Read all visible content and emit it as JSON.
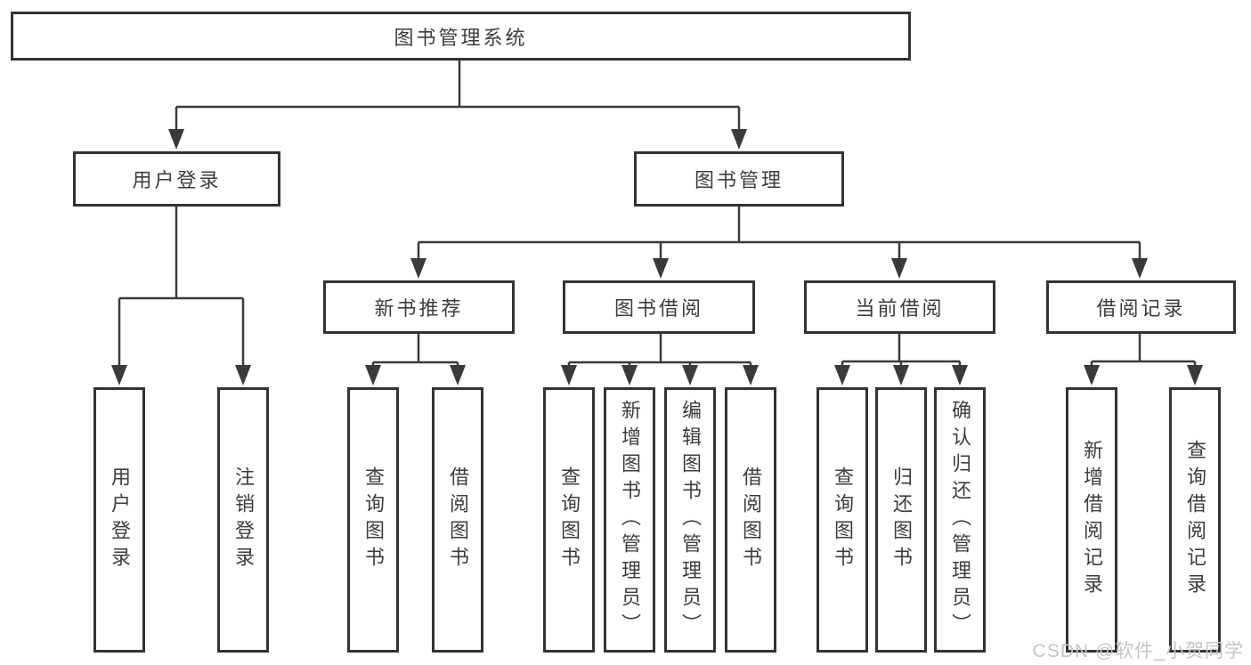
{
  "diagram_title": "图书管理系统",
  "nodes": {
    "root": {
      "label": "图书管理系统"
    },
    "user_login": {
      "label": "用户登录"
    },
    "book_mgmt": {
      "label": "图书管理"
    },
    "new_book_rec": {
      "label": "新书推荐"
    },
    "book_borrow": {
      "label": "图书借阅"
    },
    "current_borrow": {
      "label": "当前借阅"
    },
    "borrow_record": {
      "label": "借阅记录"
    },
    "leaf_login": {
      "label": "用户登录"
    },
    "leaf_logout": {
      "label": "注销登录"
    },
    "leaf_nbr_query": {
      "label": "查询图书"
    },
    "leaf_nbr_borrow": {
      "label": "借阅图书"
    },
    "leaf_bb_query": {
      "label": "查询图书"
    },
    "leaf_bb_add": {
      "label": "新增图书（管理员）"
    },
    "leaf_bb_edit": {
      "label": "编辑图书（管理员）"
    },
    "leaf_bb_borrow": {
      "label": "借阅图书"
    },
    "leaf_cb_query": {
      "label": "查询图书"
    },
    "leaf_cb_return": {
      "label": "归还图书"
    },
    "leaf_cb_confirm": {
      "label": "确认归还（管理员）"
    },
    "leaf_br_add": {
      "label": "新增借阅记录"
    },
    "leaf_br_query": {
      "label": "查询借阅记录"
    }
  },
  "hierarchy": [
    {
      "parent": "图书管理系统",
      "children": [
        "用户登录",
        "图书管理"
      ]
    },
    {
      "parent": "用户登录",
      "children": [
        "用户登录",
        "注销登录"
      ]
    },
    {
      "parent": "图书管理",
      "children": [
        "新书推荐",
        "图书借阅",
        "当前借阅",
        "借阅记录"
      ]
    },
    {
      "parent": "新书推荐",
      "children": [
        "查询图书",
        "借阅图书"
      ]
    },
    {
      "parent": "图书借阅",
      "children": [
        "查询图书",
        "新增图书（管理员）",
        "编辑图书（管理员）",
        "借阅图书"
      ]
    },
    {
      "parent": "当前借阅",
      "children": [
        "查询图书",
        "归还图书",
        "确认归还（管理员）"
      ]
    },
    {
      "parent": "借阅记录",
      "children": [
        "新增借阅记录",
        "查询借阅记录"
      ]
    }
  ],
  "watermark": {
    "text": "CSDN @软件_小贺同学"
  },
  "colors": {
    "line": "#3a3a3a",
    "border": "#333333",
    "text": "#3d3d3d",
    "background": "#ffffff",
    "watermark": "#c5c5c5"
  }
}
